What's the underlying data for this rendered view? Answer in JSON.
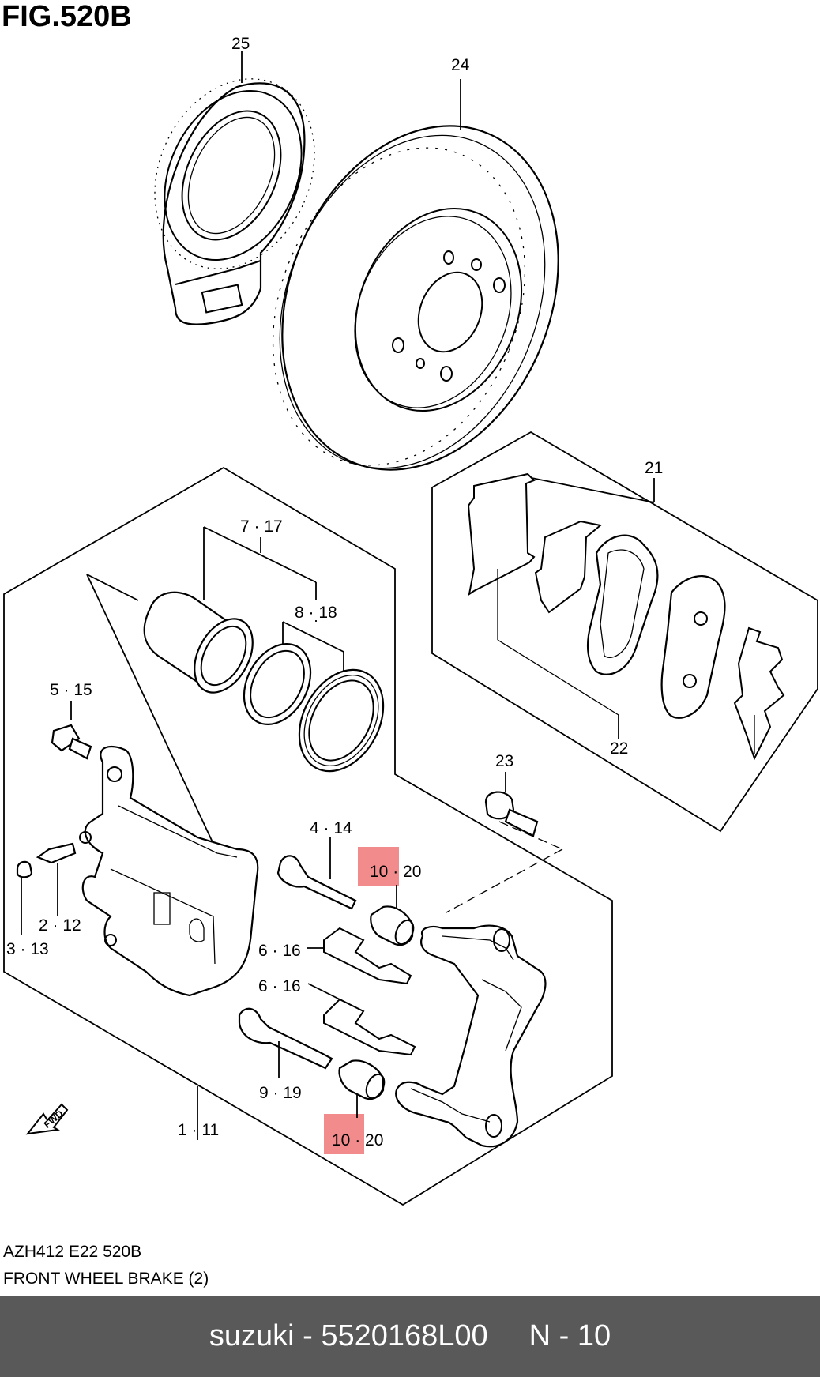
{
  "figure": {
    "title": "FIG.520B"
  },
  "callouts": {
    "c25": "25",
    "c24": "24",
    "c21": "21",
    "c22": "22",
    "c23": "23",
    "c7_17": "7 · 17",
    "c8_18": "8 · 18",
    "c5_15": "5 · 15",
    "c4_14": "4 · 14",
    "c10_20a": "10 · 20",
    "c10_20b": "10 · 20",
    "c6_16a": "6 · 16",
    "c6_16b": "6 · 16",
    "c2_12": "2 · 12",
    "c3_13": "3 · 13",
    "c9_19": "9 · 19",
    "c1_11": "1 · 11"
  },
  "fwd_label": "FWD",
  "highlight_color": "#f28b8b",
  "footer": {
    "code": "AZH412 E22 520B",
    "name": "FRONT WHEEL BRAKE (2)"
  },
  "bottom_bar": {
    "brand_part": "suzuki - 5520168L00",
    "ref": "N - 10"
  }
}
